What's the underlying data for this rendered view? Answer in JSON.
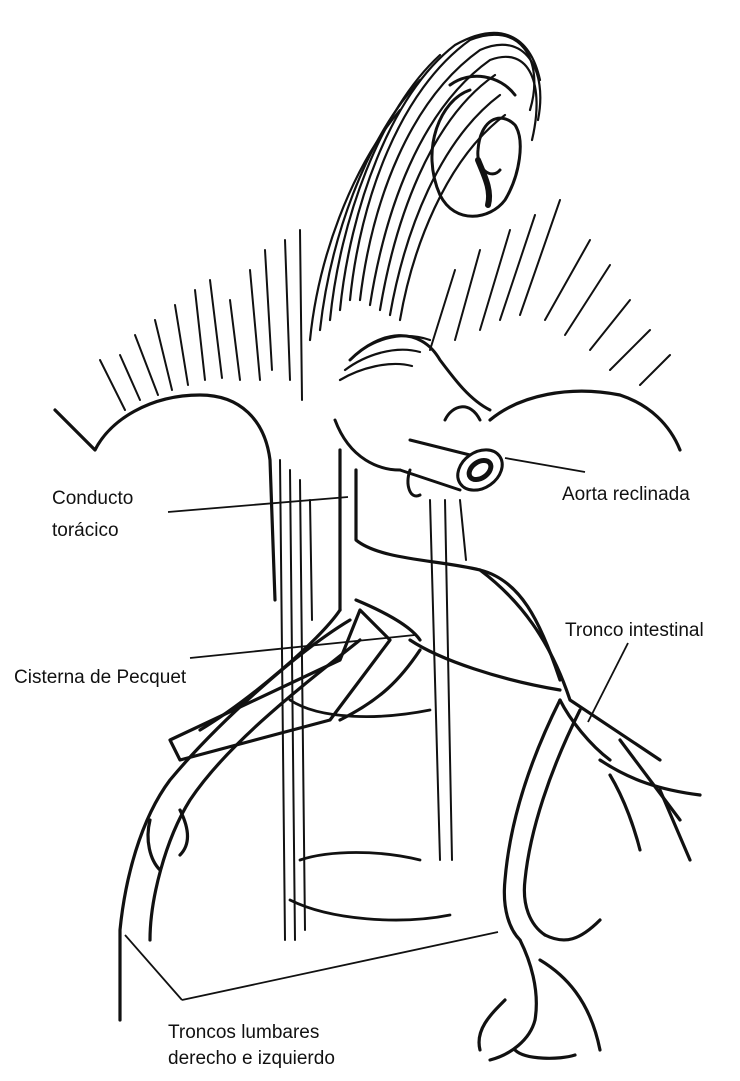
{
  "colors": {
    "ink": "#111111",
    "background": "#ffffff"
  },
  "labels": {
    "conducto_line1": "Conducto",
    "conducto_line2": "torácico",
    "aorta": "Aorta reclinada",
    "tronco_intestinal": "Tronco intestinal",
    "cisterna": "Cisterna de Pecquet",
    "lumbares_line1": "Troncos lumbares",
    "lumbares_line2": "derecho e izquierdo"
  }
}
